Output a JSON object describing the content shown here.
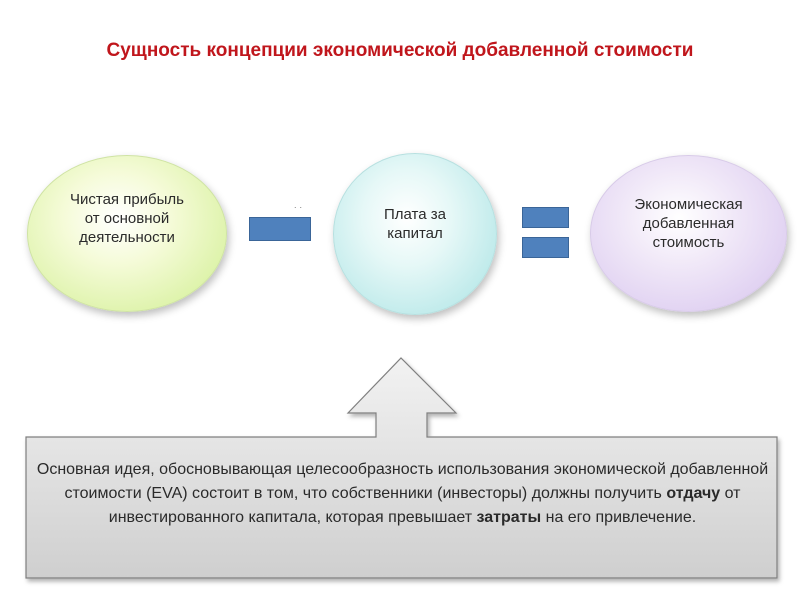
{
  "title": "Сущность концепции экономической добавленной стоимости",
  "ellipses": [
    {
      "label": "Чистая прибыль\nот основной\nдеятельности"
    },
    {
      "label": "Плата за\nкапитал"
    },
    {
      "label": "Экономическая\nдобавленная\nстоимость"
    }
  ],
  "operators": {
    "minus": "minus",
    "equals": "equals"
  },
  "callout": {
    "part1": "Основная идея, обосновывающая целесообразность использования экономической добавленной стоимости (EVA)  состоит в том, что собственники (инвесторы) должны получить ",
    "bold1": "отдачу",
    "part2": " от инвестированного капитала, которая превышает ",
    "bold2": "затраты",
    "part3": " на его привлечение."
  },
  "colors": {
    "title": "#c0161c",
    "operator": "#4f81bd",
    "ellipse1": "#cfee8e",
    "ellipse2": "#a7e2e3",
    "ellipse3": "#d6c3ee",
    "callout_fill": "#d9d9d9"
  }
}
